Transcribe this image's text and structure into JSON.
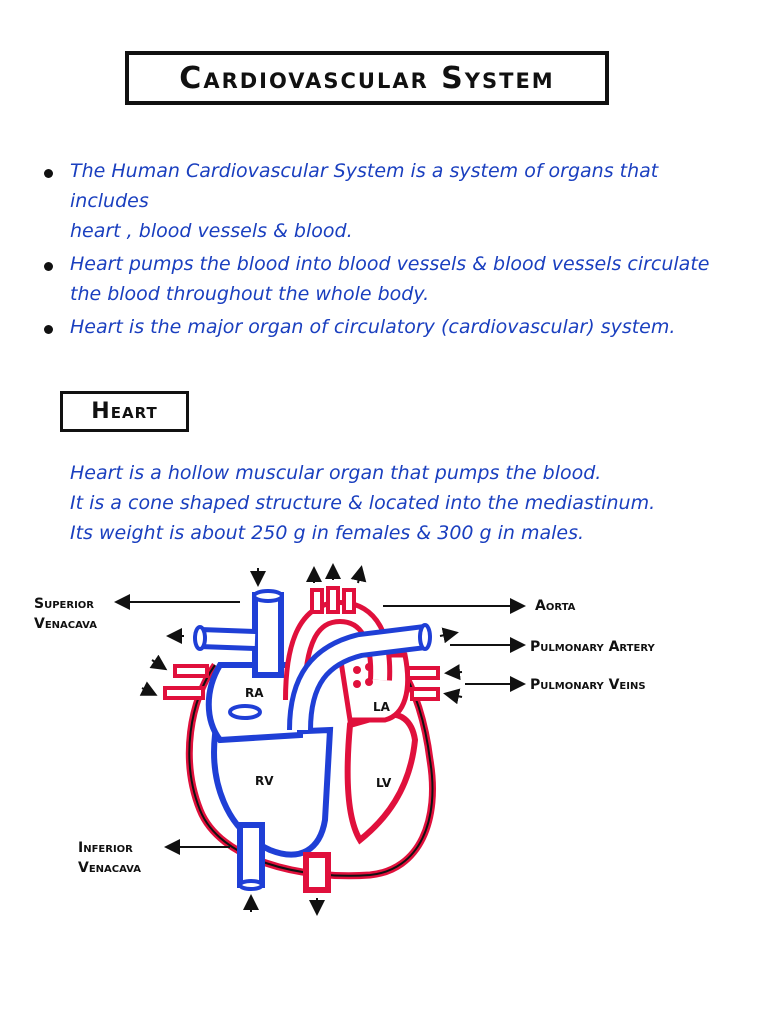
{
  "title": "Cardiovascular System",
  "bullets": [
    {
      "line1": "The Human Cardiovascular System is a system of organs that includes",
      "line2": "heart , blood vessels & blood."
    },
    {
      "line1": "Heart pumps the blood into blood vessels & blood vessels circulate",
      "line2": "the blood throughout the whole body."
    },
    {
      "line1": "Heart is the major organ of circulatory (cardiovascular) system.",
      "line2": ""
    }
  ],
  "heart_section": {
    "heading": "Heart",
    "lines": [
      "Heart is a hollow muscular organ that pumps the blood.",
      "It is a cone shaped structure & located into the mediastinum.",
      "Its weight is about 250 g in females & 300 g in males."
    ]
  },
  "diagram": {
    "labels": {
      "superior_venacava_1": "Superior",
      "superior_venacava_2": "Venacava",
      "inferior_venacava_1": "Inferior",
      "inferior_venacava_2": "Venacava",
      "aorta": "Aorta",
      "pulmonary_artery": "Pulmonary Artery",
      "pulmonary_veins": "Pulmonary Veins"
    },
    "chambers": {
      "ra": "RA",
      "rv": "RV",
      "la": "LA",
      "lv": "LV"
    },
    "colors": {
      "deoxygenated": "#1f3fd6",
      "oxygenated": "#e0103c",
      "ink": "#111111"
    }
  }
}
